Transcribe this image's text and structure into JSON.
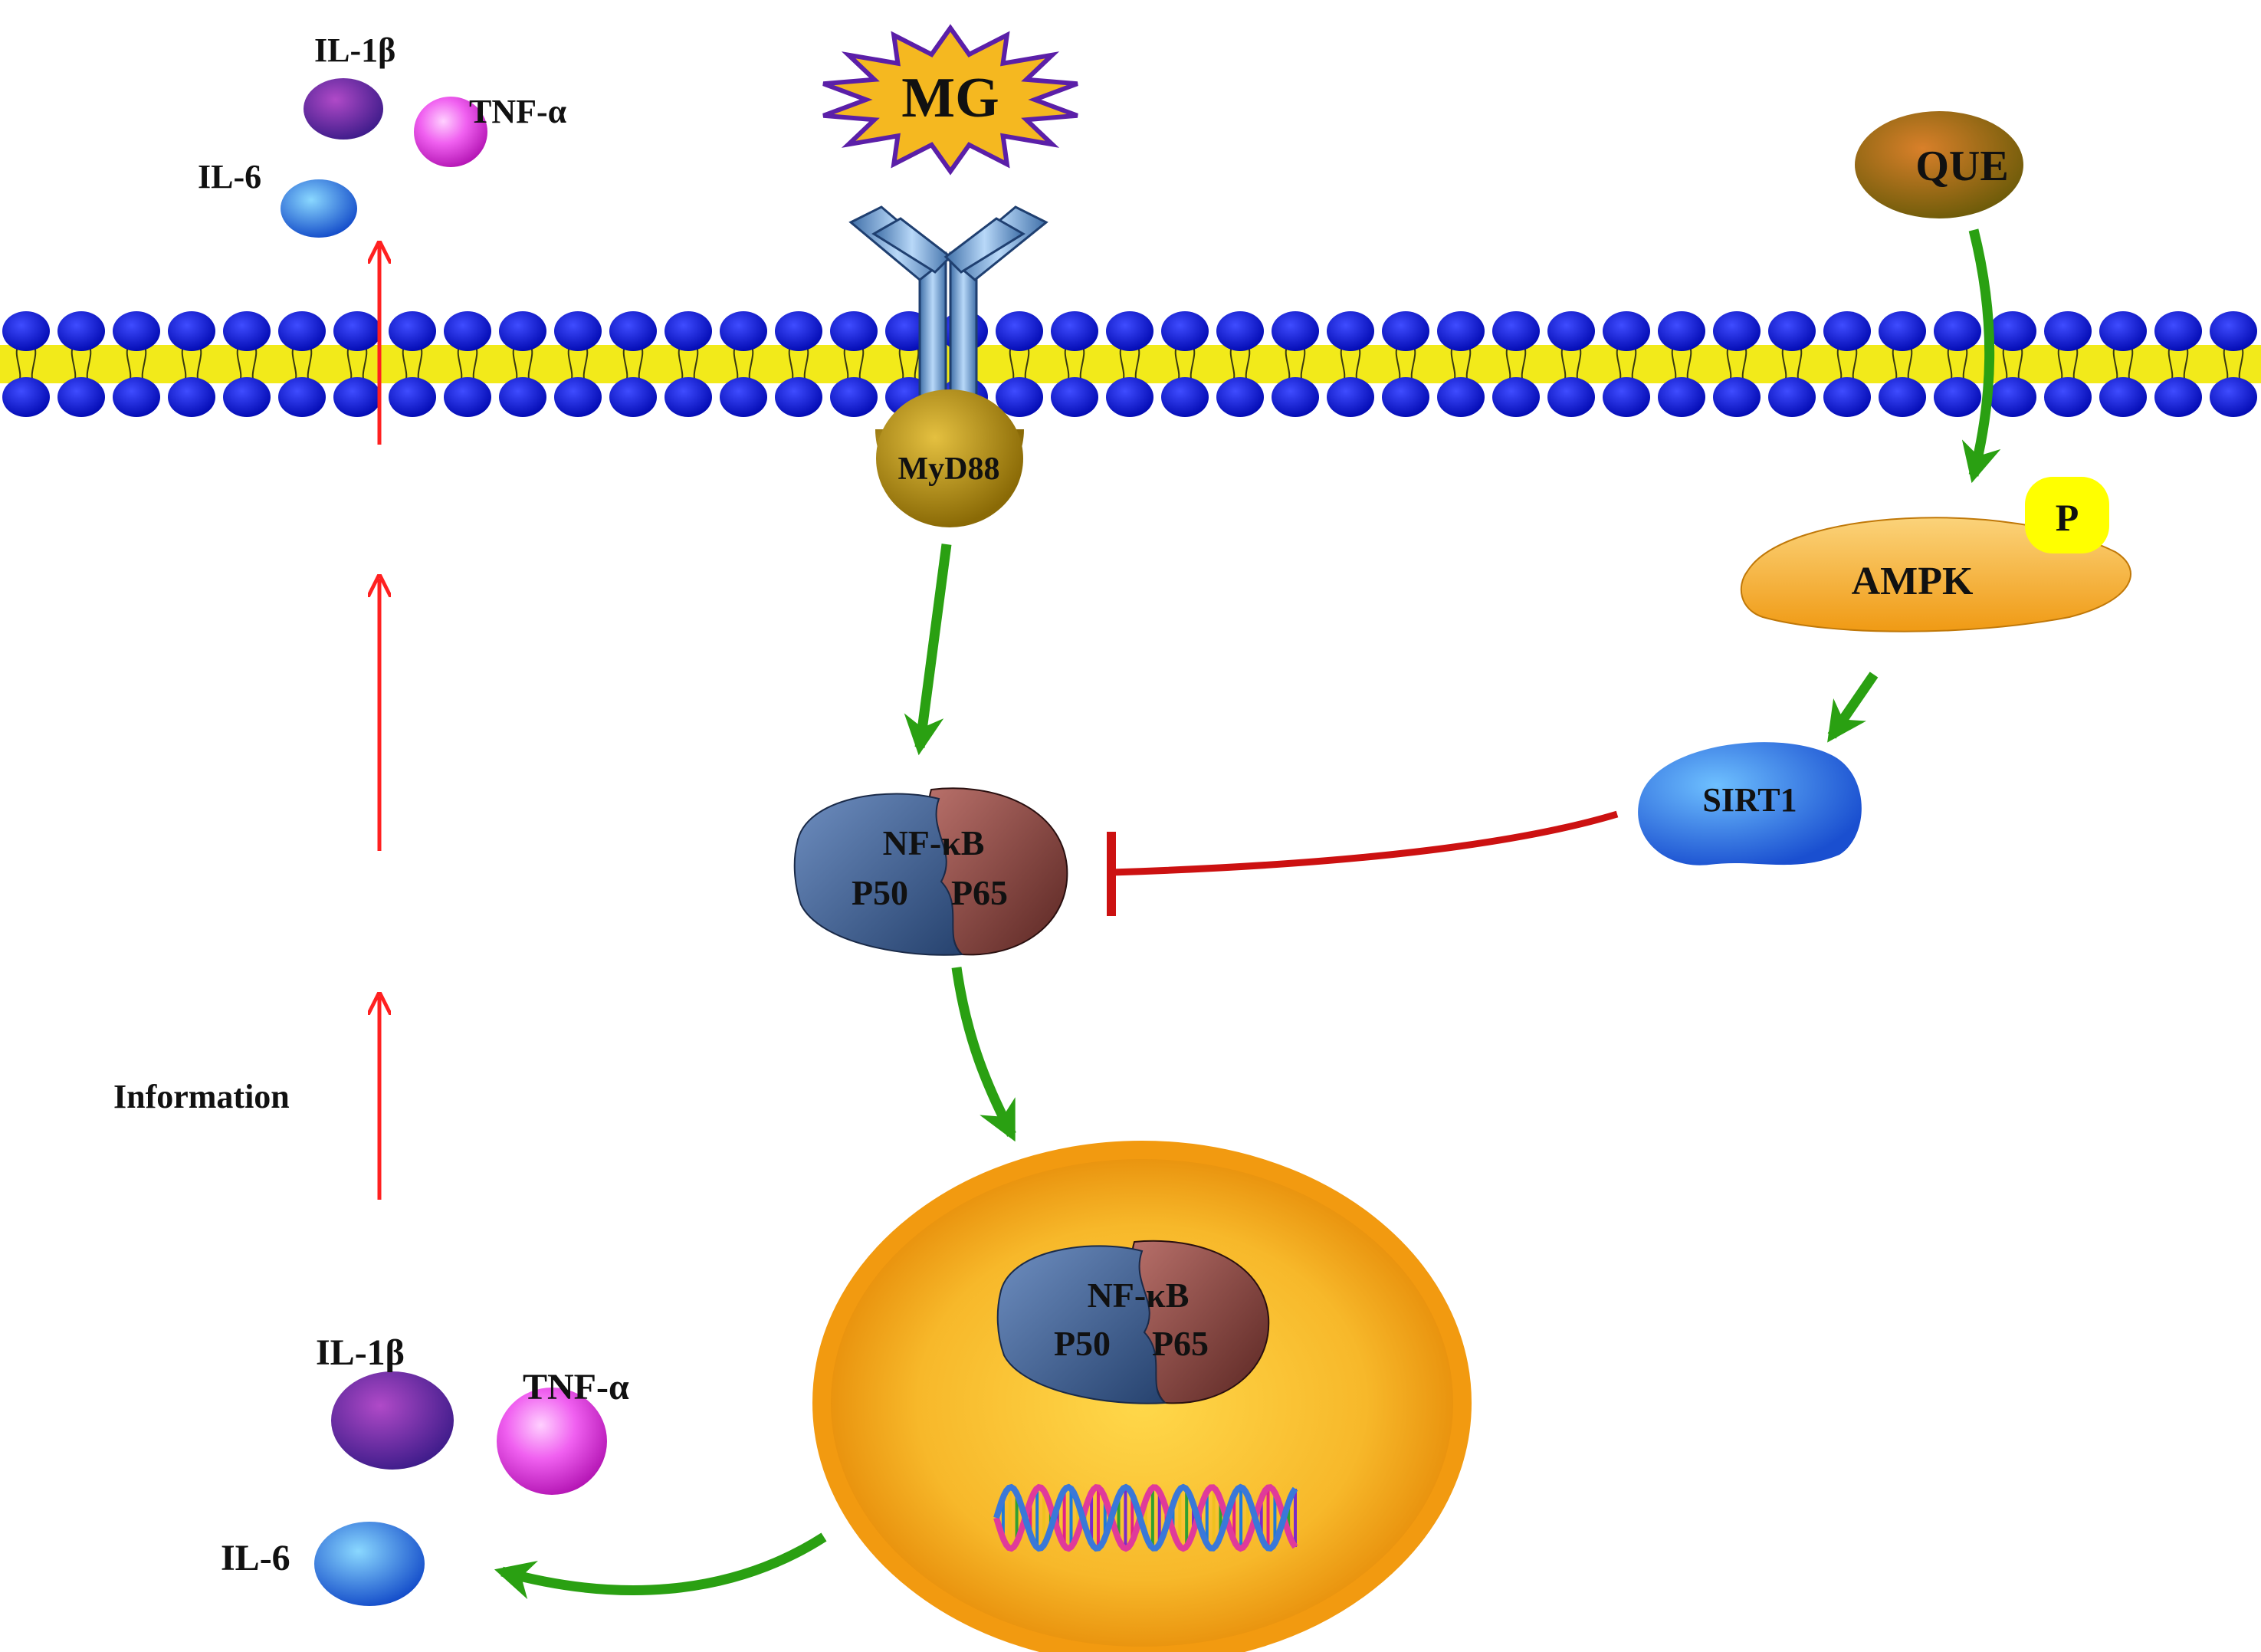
{
  "labels": {
    "mg": "MG",
    "que": "QUE",
    "myd88": "MyD88",
    "ampk": "AMPK",
    "phospho": "P",
    "sirt1": "SIRT1",
    "nfkb": "NF-κB",
    "p50": "P50",
    "p65": "P65",
    "information": "Information",
    "il1b_top": "IL-1β",
    "tnfa_top": "TNF-α",
    "il6_top": "IL-6",
    "il1b_bottom": "IL-1β",
    "tnfa_bottom": "TNF-α",
    "il6_bottom": "IL-6"
  },
  "colors": {
    "activation_arrow": "#2aa012",
    "inhibition": "#cc1111",
    "secretion_arrow": "#ff2020",
    "membrane_head": "#0a14d8",
    "membrane_tail": "#f2ea1a",
    "nucleus": "#f3a51a",
    "receptor": "#6fa3d8",
    "myd88": "#b8900c",
    "ampk": "#f7b13a",
    "sirt1": "#2f7fe8",
    "que": "#9a4e0c",
    "mg": "#f5b820",
    "p50": "#3d5f94",
    "p65": "#87403a",
    "il1b": "#7a2aa0",
    "tnfa": "#e040e0",
    "il6": "#2f88e0"
  }
}
